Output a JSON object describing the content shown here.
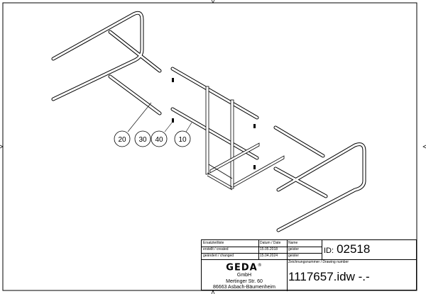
{
  "balloons": [
    "20",
    "30",
    "40",
    "10"
  ],
  "title_block": {
    "header": {
      "list": "Ersatzteilliste",
      "date": "Datum / Date",
      "name": "Name"
    },
    "created": {
      "label": "erstellt / created",
      "date": "15.05.2018",
      "name": "geister"
    },
    "changed": {
      "label": "geändert / changed",
      "date": "15.04.2024",
      "name": "geister"
    },
    "id_label": "ID:",
    "id_value": "02518",
    "drawing_number_label": "Zeichnungsnummer / Drawing number",
    "drawing_number": "1117657.idw -.-",
    "company": {
      "logo": "GEDA",
      "registered": "®",
      "form": "GmbH",
      "street": "Mertinger Str. 60",
      "city": "86663 Asbach-Bäumenheim"
    }
  }
}
